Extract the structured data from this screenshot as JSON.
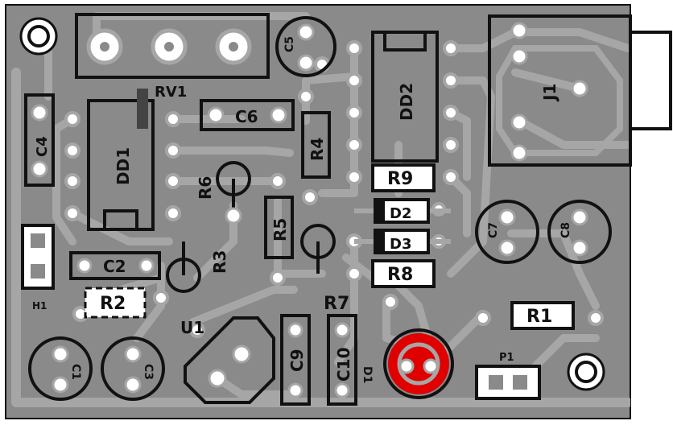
{
  "board": {
    "colors": {
      "background": "#ffffff",
      "board_fill": "#8a8a8a",
      "trace": "#a6a6a6",
      "pad": "#ffffff",
      "silkscreen": "#111111",
      "highlight": "#e00000"
    }
  },
  "labels": {
    "rv1": "RV1",
    "c6": "C6",
    "dd1": "DD1",
    "dd2": "DD2",
    "c4": "C4",
    "r6": "R6",
    "r4": "R4",
    "r9": "R9",
    "d2": "D2",
    "d3": "D3",
    "r8": "R8",
    "r5": "R5",
    "r3": "R3",
    "c2": "C2",
    "r2": "R2",
    "r7": "R7",
    "u1": "U1",
    "r1": "R1",
    "p1": "P1",
    "j1": "J1",
    "c9": "C9",
    "c10": "C10",
    "c5": "C5",
    "c7": "C7",
    "c8": "C8",
    "c1": "C1",
    "c3": "C3",
    "h1": "H1",
    "led": "D1"
  }
}
